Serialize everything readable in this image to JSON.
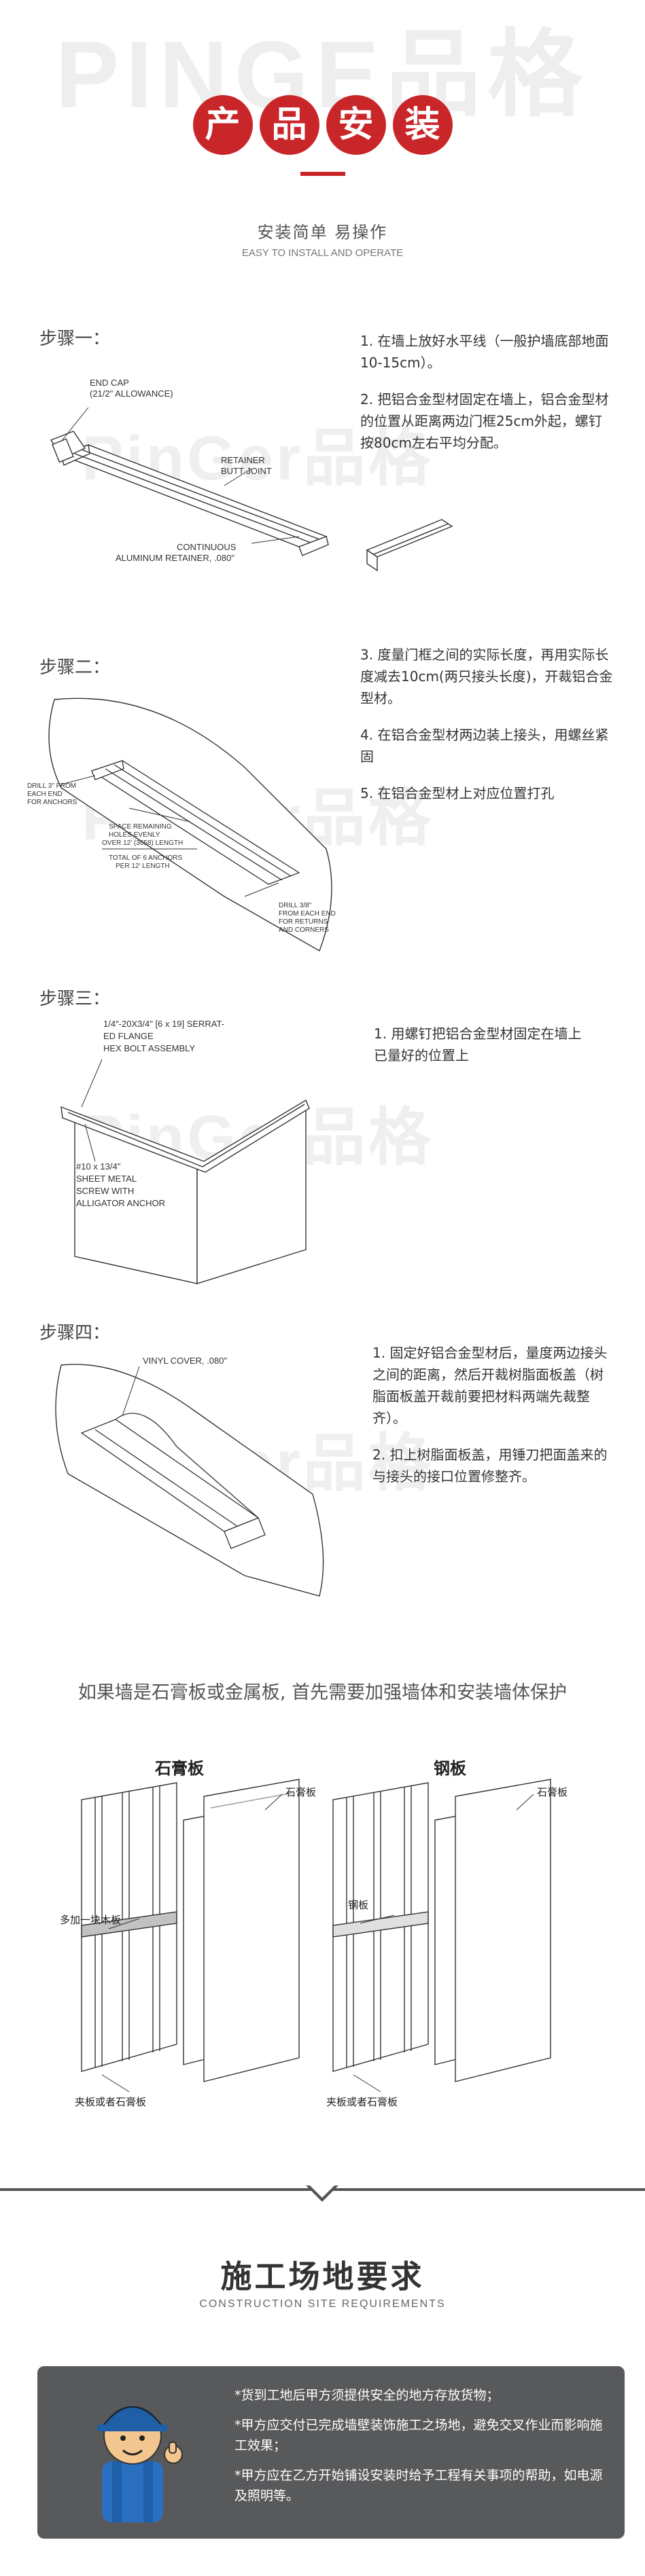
{
  "header": {
    "logo": "PINGE品格",
    "badges": [
      "产",
      "品",
      "安",
      "装"
    ],
    "subtitle": "安装简单  易操作",
    "subtitle_en": "EASY TO INSTALL AND OPERATE"
  },
  "watermark": "PinGer品格",
  "steps": [
    {
      "label": "步骤一：",
      "texts": [
        "1. 在墙上放好水平线（一般护墙底部地面10-15cm）。",
        "2. 把铝合金型材固定在墙上，铝合金型材的位置从距离两边门框25cm外起，螺钉按80cm左右平均分配。"
      ],
      "diagram_labels": [
        "END CAP",
        "(21/2\" ALLOWANCE)",
        "RETAINER",
        "BUTT JOINT",
        "CONTINUOUS",
        "ALUMINUM RETAINER, .080\""
      ]
    },
    {
      "label": "步骤二：",
      "texts": [
        "3. 度量门框之间的实际长度，再用实际长度减去10cm(两只接头长度)，开裁铝合金型材。",
        "4. 在铝合金型材两边装上接头，用螺丝紧固",
        "5. 在铝合金型材上对应位置打孔"
      ],
      "diagram_labels": [
        "DRILL 3\" FROM",
        "EACH END",
        "FOR ANCHORS",
        "SPACE REMAINING",
        "HOLES EVENLY",
        "OVER 12' (3658) LENGTH",
        "TOTAL OF 6 ANCHORS",
        "PER 12' LENGTH",
        "DRILL 3/8\"",
        "FROM EACH END",
        "FOR RETURNS",
        "AND CORNERS"
      ]
    },
    {
      "label": "步骤三：",
      "texts": [
        "1. 用螺钉把铝合金型材固定在墙上已量好的位置上"
      ],
      "diagram_labels": [
        "1/4\"-20X3/4\" [6 x 19] SERRAT-",
        "ED FLANGE",
        "HEX BOLT ASSEMBLY",
        "#10 x 13/4\"",
        "SHEET METAL",
        "SCREW WITH",
        "ALLIGATOR ANCHOR"
      ]
    },
    {
      "label": "步骤四：",
      "texts": [
        "1. 固定好铝合金型材后，量度两边接头之间的距离，然后开裁树脂面板盖（树脂面板盖开裁前要把材料两端先裁整齐）。",
        "2. 扣上树脂面板盖，用锤刀把面盖来的与接头的接口位置修整齐。"
      ],
      "diagram_labels": [
        "VINYL COVER, .080\""
      ]
    }
  ],
  "walls": {
    "title": "如果墙是石膏板或金属板, 首先需要加强墙体和安装墙体保护",
    "left": {
      "name": "石膏板",
      "labels": [
        "石膏板",
        "多加一块木板",
        "夹板或者石膏板"
      ]
    },
    "right": {
      "name": "钢板",
      "labels": [
        "石膏板",
        "钢板",
        "夹板或者石膏板"
      ]
    }
  },
  "site": {
    "title": "施工场地要求",
    "title_en": "CONSTRUCTION SITE REQUIREMENTS",
    "items": [
      "*货到工地后甲方须提供安全的地方存放货物；",
      "*甲方应交付已完成墙壁装饰施工之场地，避免交叉作业而影响施工效果；",
      "*甲方应在乙方开始铺设安装时给予工程有关事项的帮助，如电源及照明等。"
    ]
  },
  "colors": {
    "accent": "#c9262a",
    "panel": "#58595b",
    "worker_shirt": "#2a6fc0",
    "worker_helmet": "#1f5fa8"
  }
}
